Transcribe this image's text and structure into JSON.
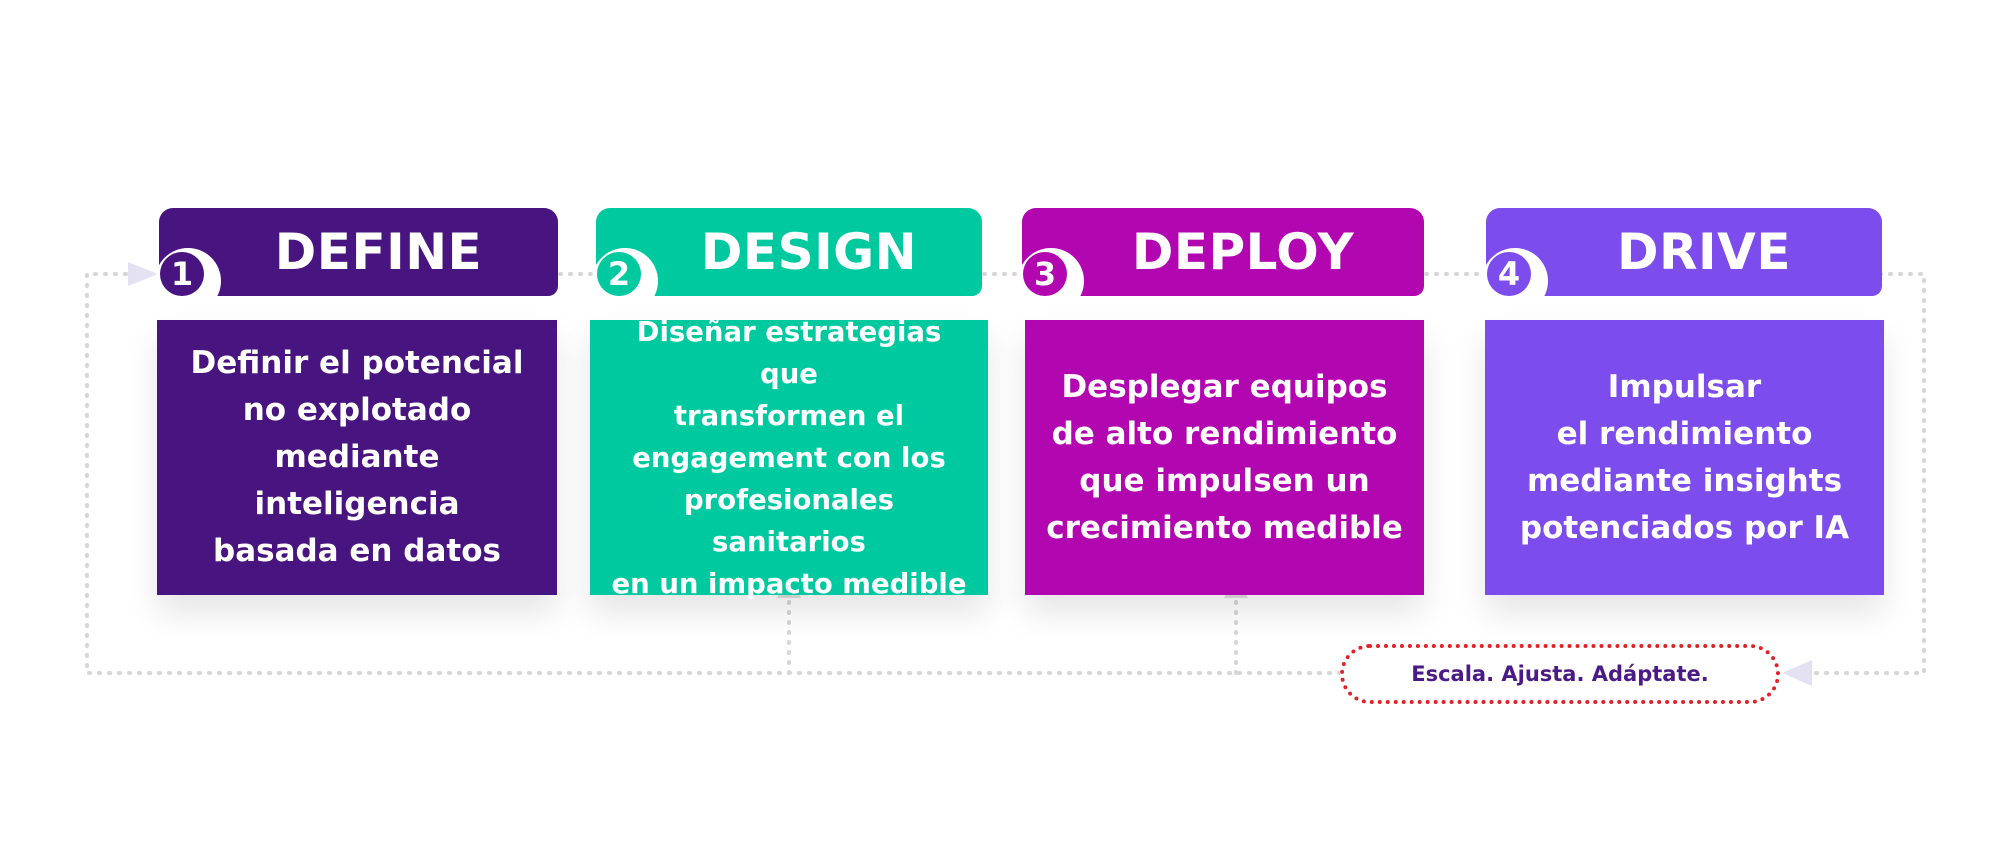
{
  "steps": [
    {
      "number": "1",
      "title": "DEFINE",
      "text": "Definir el potencial\nno explotado\nmediante inteligencia\nbasada en  datos",
      "color": "#48147f"
    },
    {
      "number": "2",
      "title": "DESIGN",
      "text": "Diseñar estrategias que\ntransformen el\nengagement con los\nprofesionales sanitarios\nen un impacto medible",
      "color": "#00c9a0"
    },
    {
      "number": "3",
      "title": "DEPLOY",
      "text": "Desplegar equipos\nde alto rendimiento\nque impulsen un\ncrecimiento medible",
      "color": "#b206b0"
    },
    {
      "number": "4",
      "title": "DRIVE",
      "text": "Impulsar\nel rendimiento\nmediante insights\npotenciados por IA",
      "color": "#7c4cec"
    }
  ],
  "loop_label": "Escala. Ajusta. Adáptate.",
  "colors": {
    "connector": "#d6d6d6",
    "arrowhead": "#e4e1f2",
    "pill_border": "#e32026",
    "pill_text": "#4a1a86"
  }
}
